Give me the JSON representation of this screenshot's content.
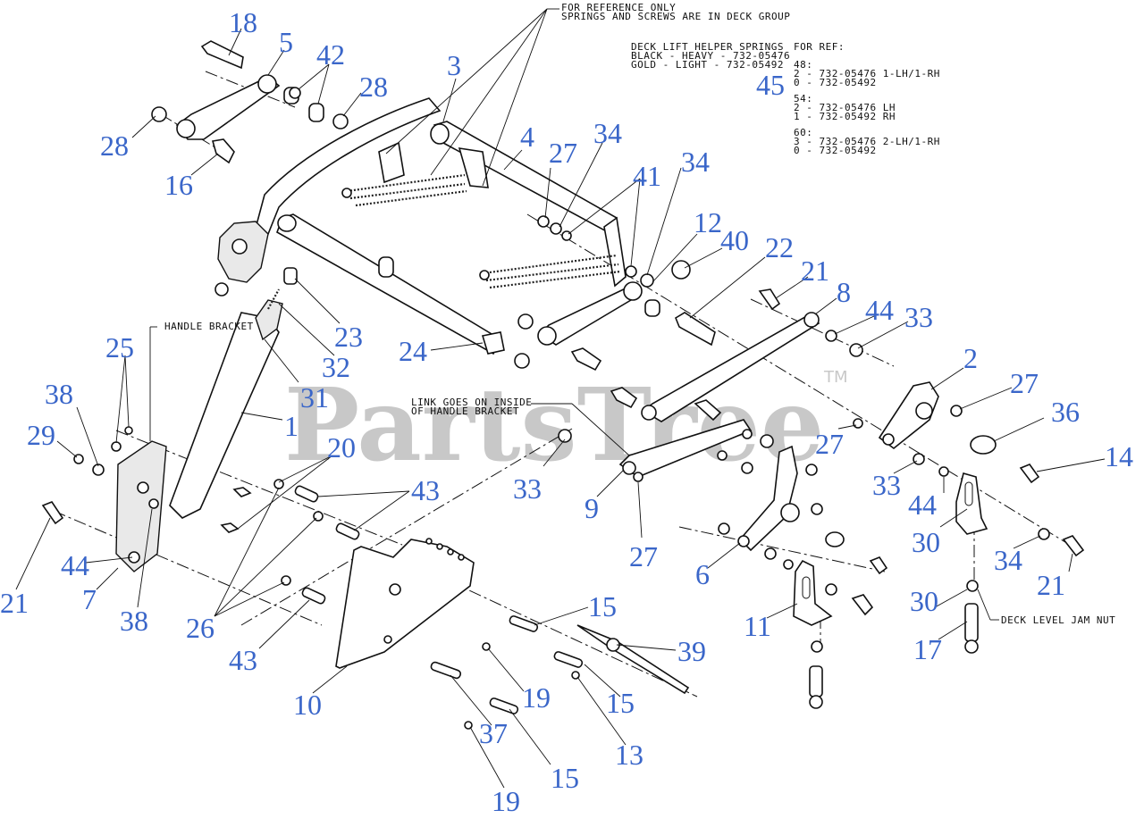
{
  "watermark": {
    "text": "PartsTree",
    "tm": "TM"
  },
  "notes": {
    "reference_only": [
      "FOR REFERENCE ONLY",
      "SPRINGS AND SCREWS ARE IN DECK GROUP"
    ],
    "helper_springs": [
      "DECK LIFT HELPER SPRINGS",
      "BLACK - HEAVY - 732-05476",
      "GOLD - LIGHT - 732-05492"
    ],
    "for_ref": [
      "FOR REF:",
      "48:",
      "2 - 732-05476 1-LH/1-RH",
      "0 - 732-05492",
      "54:",
      "2 - 732-05476 LH",
      "1 - 732-05492 RH",
      "60:",
      "3 - 732-05476 2-LH/1-RH",
      "0 - 732-05492"
    ],
    "handle_bracket": "HANDLE BRACKET",
    "link_inside": [
      "LINK GOES ON INSIDE",
      "OF HANDLE BRACKET"
    ],
    "deck_level_jam_nut": "DECK LEVEL JAM NUT"
  },
  "callouts": [
    "18",
    "5",
    "42",
    "28",
    "28",
    "16",
    "3",
    "4",
    "27",
    "34",
    "41",
    "34",
    "12",
    "40",
    "22",
    "21",
    "8",
    "44",
    "33",
    "45",
    "2",
    "27",
    "36",
    "14",
    "23",
    "32",
    "31",
    "24",
    "25",
    "38",
    "29",
    "1",
    "20",
    "43",
    "33",
    "27",
    "9",
    "27",
    "33",
    "44",
    "30",
    "34",
    "21",
    "26",
    "7",
    "44",
    "38",
    "21",
    "10",
    "43",
    "15",
    "39",
    "19",
    "15",
    "13",
    "37",
    "19",
    "15",
    "6",
    "11",
    "30",
    "17"
  ],
  "colors": {
    "callout": "#3a66c9",
    "line": "#111111",
    "watermark": "#c8c8c8"
  }
}
